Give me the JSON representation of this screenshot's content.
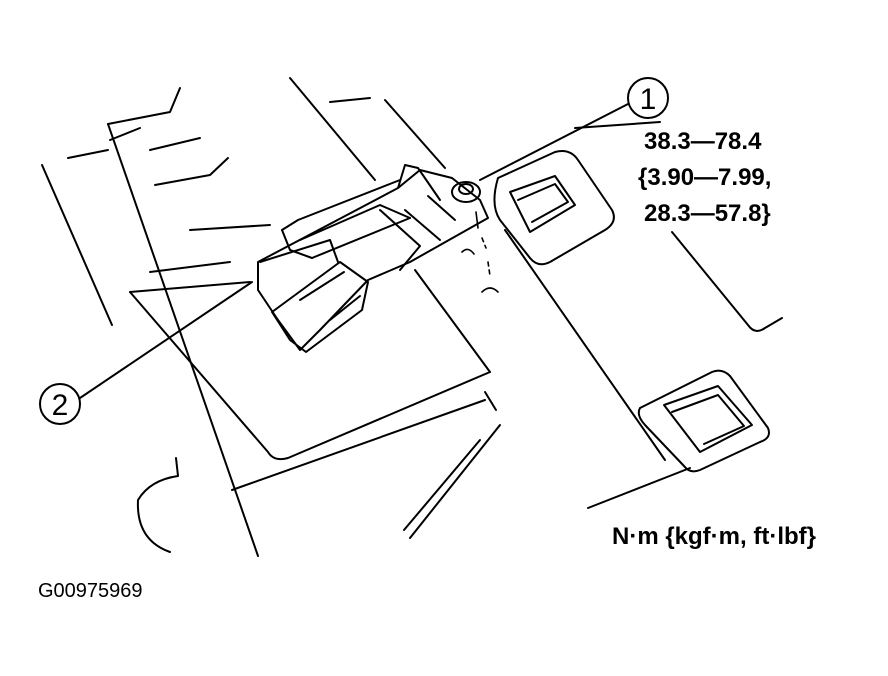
{
  "callouts": [
    {
      "number": "1"
    },
    {
      "number": "2"
    }
  ],
  "torque": {
    "line1": "38.3—78.4",
    "line2": "{3.90—7.99,",
    "line3": "28.3—57.8}"
  },
  "units": "N·m {kgf·m, ft·lbf}",
  "figure_code": "G00975969"
}
